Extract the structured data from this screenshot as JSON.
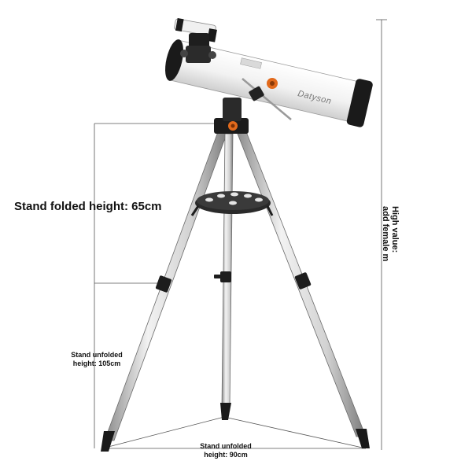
{
  "brand": {
    "name": "Datyson"
  },
  "labels": {
    "folded_height": "Stand folded height: 65cm",
    "unfolded_height_line1": "Stand unfolded",
    "unfolded_height_line2": "height: 105cm",
    "unfolded_width_line1": "Stand unfolded",
    "unfolded_width_line2": "height: 90cm",
    "high_value_line1": "High value:",
    "high_value_line2": "add female m"
  },
  "colors": {
    "tube": "#f4f4f4",
    "tube_cap": "#1a1a1a",
    "accent_knob": "#e26a1c",
    "leg": "#c9c9c9",
    "leg_dark": "#5a5a5a",
    "dimension_line": "#555555"
  }
}
